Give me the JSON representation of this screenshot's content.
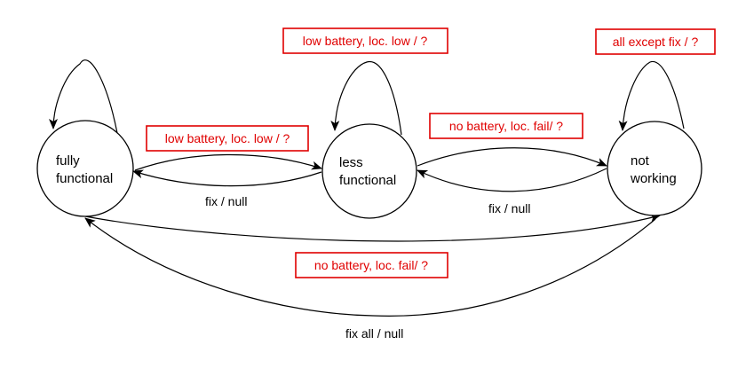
{
  "colors": {
    "stroke": "#000000",
    "highlight": "#e00000"
  },
  "states": {
    "fully_functional": {
      "line1": "fully",
      "line2": "functional"
    },
    "less_functional": {
      "line1": "less",
      "line2": "functional"
    },
    "not_working": {
      "line1": "not",
      "line2": "working"
    }
  },
  "transitions": {
    "ff_to_lf": "low battery, loc. low / ?",
    "lf_to_ff": "fix / null",
    "lf_self": "low battery, loc. low / ?",
    "lf_to_nw": "no battery, loc. fail/ ?",
    "nw_to_lf": "fix / null",
    "nw_self": "all except fix / ?",
    "ff_to_nw": "no battery, loc. fail/ ?",
    "nw_to_ff": "fix all / null"
  }
}
